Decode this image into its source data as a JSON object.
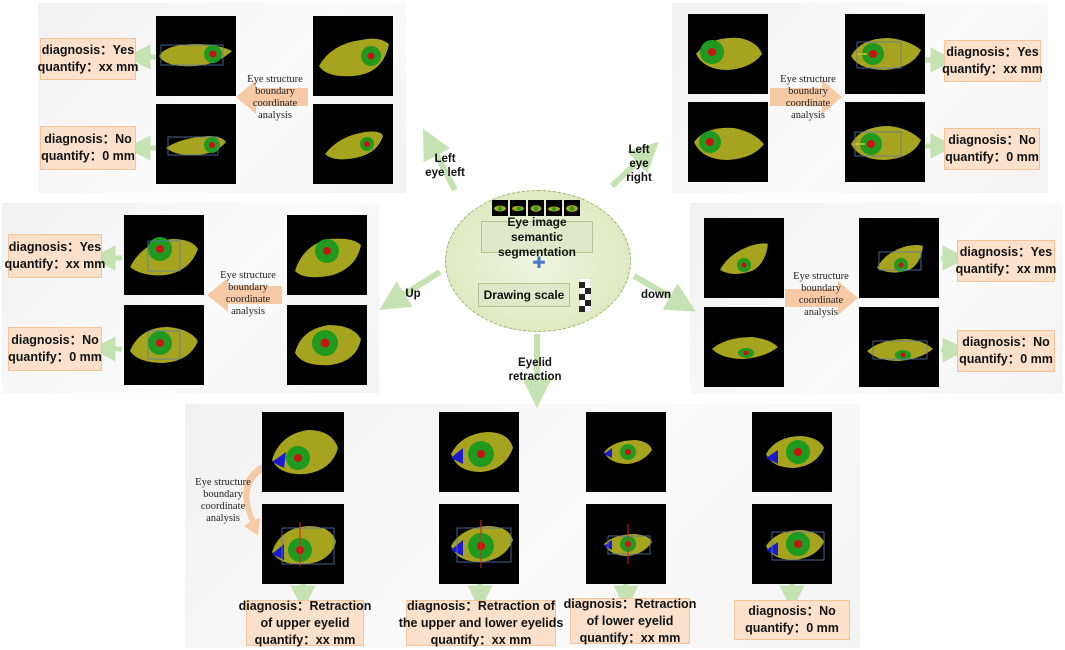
{
  "center": {
    "segmentation_line1": "Eye image semantic",
    "segmentation_line2": "segmentation",
    "plus": "✚",
    "scale_label": "Drawing scale"
  },
  "analysis_label": [
    "Eye structure",
    "boundary",
    "coordinate",
    "analysis"
  ],
  "directions": {
    "left_eye_left": [
      "Left",
      "eye left"
    ],
    "left_eye_right": [
      "Left",
      "eye",
      "right"
    ],
    "up": "Up",
    "down": "down",
    "eyelid_retraction": [
      "Eyelid",
      "retraction"
    ]
  },
  "results": {
    "yes_diag": "diagnosis：Yes",
    "yes_quant": "quantify：xx mm",
    "no_diag": "diagnosis：No",
    "no_quant": "quantify：0 mm",
    "upper": [
      "diagnosis：Retraction",
      "of upper eyelid",
      "quantify：xx  mm"
    ],
    "both": [
      "diagnosis：Retraction of",
      "the upper and lower eyelids",
      "quantify：xx  mm"
    ],
    "lower": [
      "diagnosis：Retraction",
      "of lower eyelid",
      "quantify：xx  mm"
    ],
    "none": [
      "diagnosis：No",
      "quantify：0 mm"
    ]
  },
  "colors": {
    "sclera": "#a6a31f",
    "iris": "#1f9a1f",
    "pupil": "#c81414",
    "caruncle": "#1a1ad2",
    "panel_arrow": "#f7caa6",
    "flow_arrow": "#c4e2b2"
  }
}
